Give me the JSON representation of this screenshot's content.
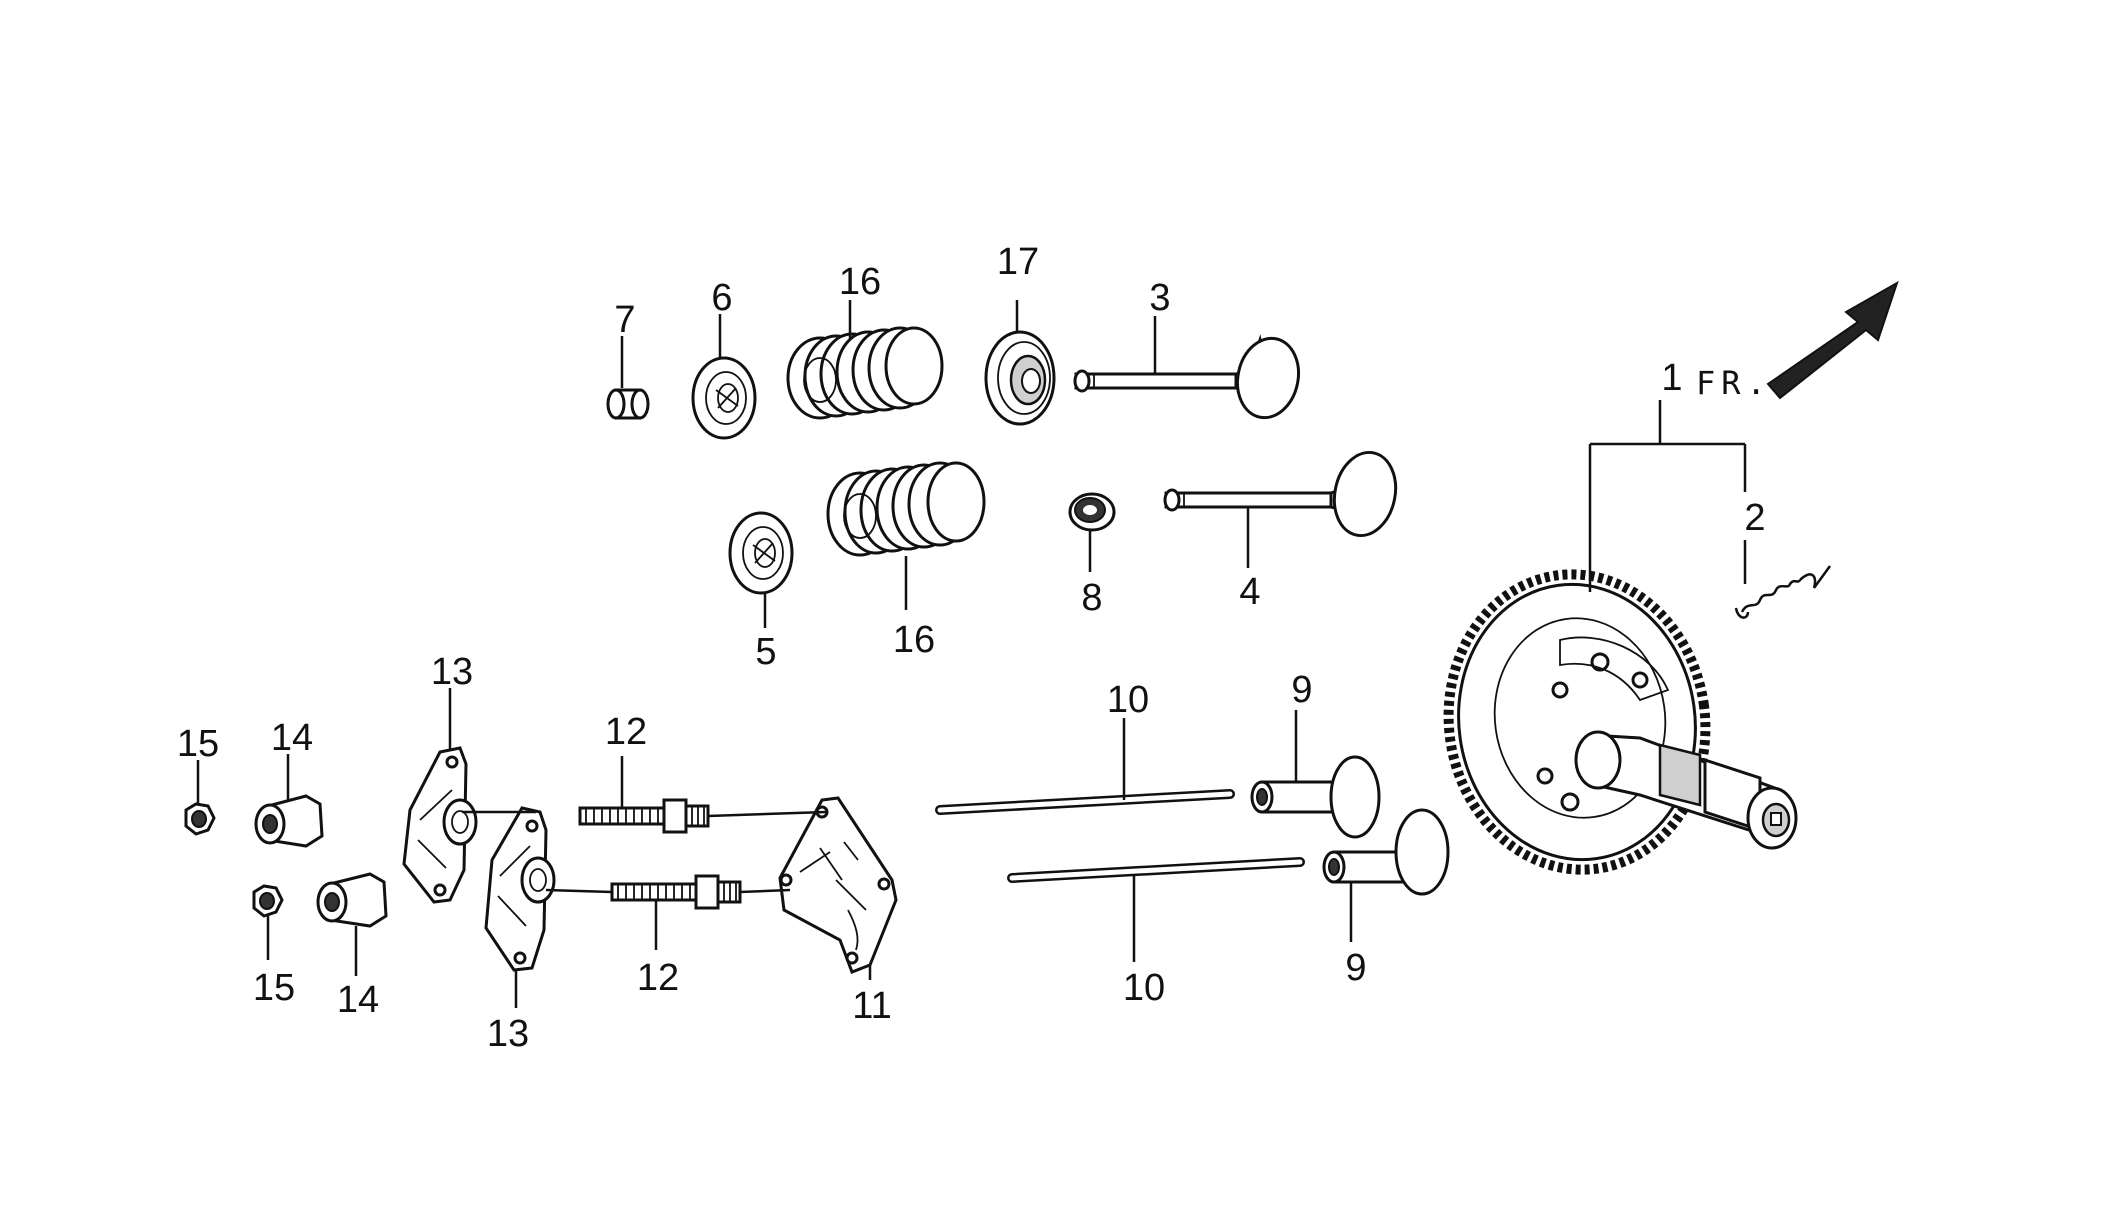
{
  "direction_label": "FR.",
  "icons": {
    "front_arrow": "front-direction-arrow-icon"
  },
  "callouts": {
    "p1": "1",
    "p2": "2",
    "p3": "3",
    "p4": "4",
    "p5": "5",
    "p6": "6",
    "p7": "7",
    "p8": "8",
    "p9a": "9",
    "p9b": "9",
    "p10a": "10",
    "p10b": "10",
    "p11": "11",
    "p12a": "12",
    "p12b": "12",
    "p13a": "13",
    "p13b": "13",
    "p14a": "14",
    "p14b": "14",
    "p15a": "15",
    "p15b": "15",
    "p16a": "16",
    "p16b": "16",
    "p17": "17"
  }
}
